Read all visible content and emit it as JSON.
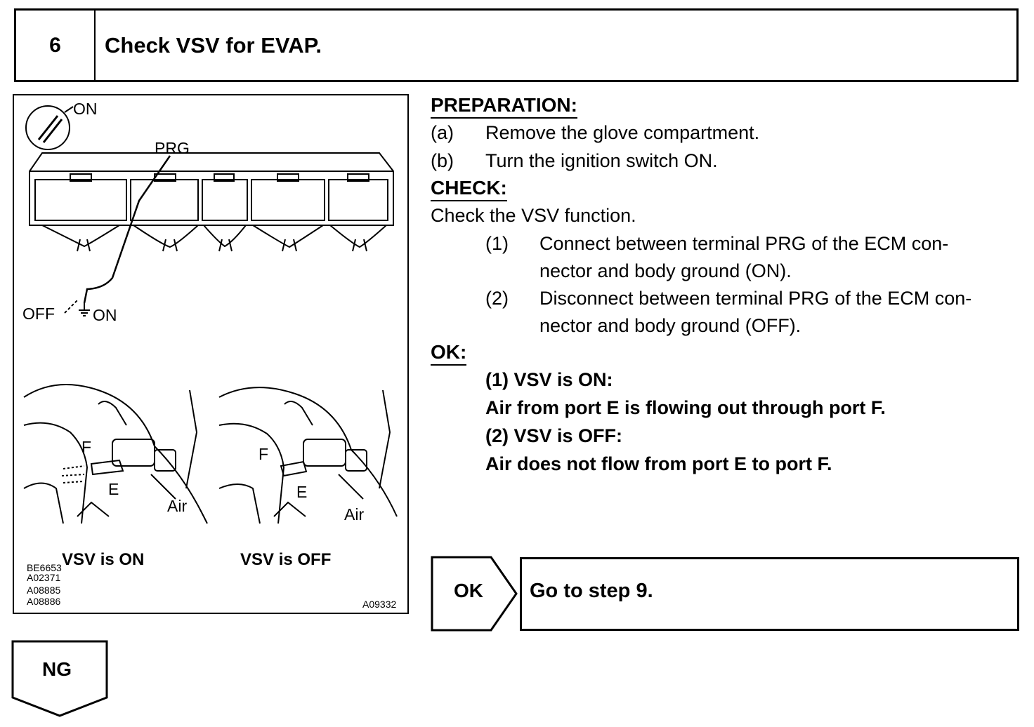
{
  "step": {
    "number": "6",
    "title": "Check VSV for EVAP."
  },
  "figure": {
    "labels": {
      "ignition_on": "ON",
      "prg": "PRG",
      "off": "OFF",
      "ground_on": "ON",
      "f_left": "F",
      "e_left": "E",
      "air_left": "Air",
      "f_right": "F",
      "e_right": "E",
      "air_right": "Air"
    },
    "caption_on": "VSV is ON",
    "caption_off": "VSV is OFF",
    "codes": [
      "BE6653",
      "A02371",
      "A08885",
      "A08886"
    ],
    "code_right": "A09332"
  },
  "preparation": {
    "heading": "PREPARATION:",
    "items": [
      {
        "label": "(a)",
        "text": "Remove the glove compartment."
      },
      {
        "label": "(b)",
        "text": "Turn the ignition switch ON."
      }
    ]
  },
  "check": {
    "heading": "CHECK:",
    "intro": "Check the VSV function.",
    "items": [
      {
        "label": "(1)",
        "line1": "Connect between terminal PRG of the ECM con-",
        "line2": "nector and body ground (ON)."
      },
      {
        "label": "(2)",
        "line1": "Disconnect between terminal PRG of the ECM con-",
        "line2": "nector and body ground (OFF)."
      }
    ]
  },
  "ok": {
    "heading": "OK:",
    "lines": [
      "(1) VSV is ON:",
      "Air from port E is flowing out through port F.",
      "(2) VSV is OFF:",
      "Air does not flow from port E to port F."
    ]
  },
  "result_ok": {
    "label": "OK",
    "text": "Go to step 9."
  },
  "result_ng": {
    "label": "NG"
  }
}
